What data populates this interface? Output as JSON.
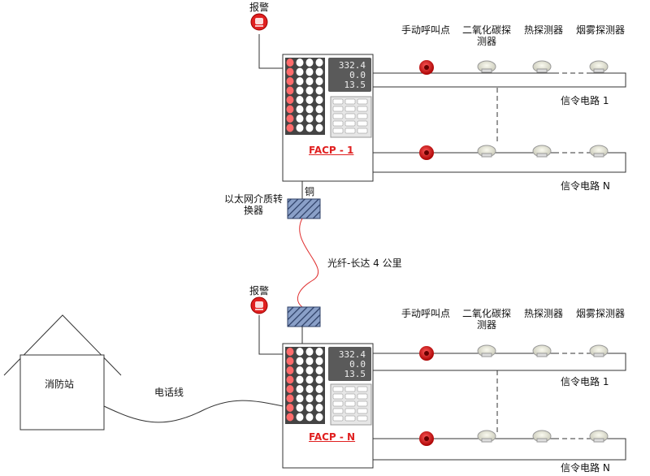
{
  "alarm_label": "报警",
  "device_headers": {
    "manual_call_point": "手动呼叫点",
    "co2_detector_line1": "二氧化碳探",
    "co2_detector_line2": "测器",
    "heat_detector": "热探测器",
    "smoke_detector": "烟雾探测器"
  },
  "circuits": {
    "circuit_1": "信令电路 1",
    "circuit_n": "信令电路 N"
  },
  "panels": {
    "top": {
      "name": "FACP - 1",
      "readouts": [
        "332.4",
        "0.0",
        "13.5"
      ]
    },
    "bottom": {
      "name": "FACP - N",
      "readouts": [
        "332.4",
        "0.0",
        "13.5"
      ]
    }
  },
  "media_converter": {
    "line1": "以太网介质转",
    "line2": "换器"
  },
  "copper_label": "铜",
  "fiber_label": "光纤-长达 4 公里",
  "fire_station": "消防站",
  "phone_line": "电话线",
  "colors": {
    "alarm_red": "#e02020",
    "panel_grid": "#4a4a4a",
    "converter_fill": "#6b7fa8",
    "fiber": "#e03030"
  }
}
